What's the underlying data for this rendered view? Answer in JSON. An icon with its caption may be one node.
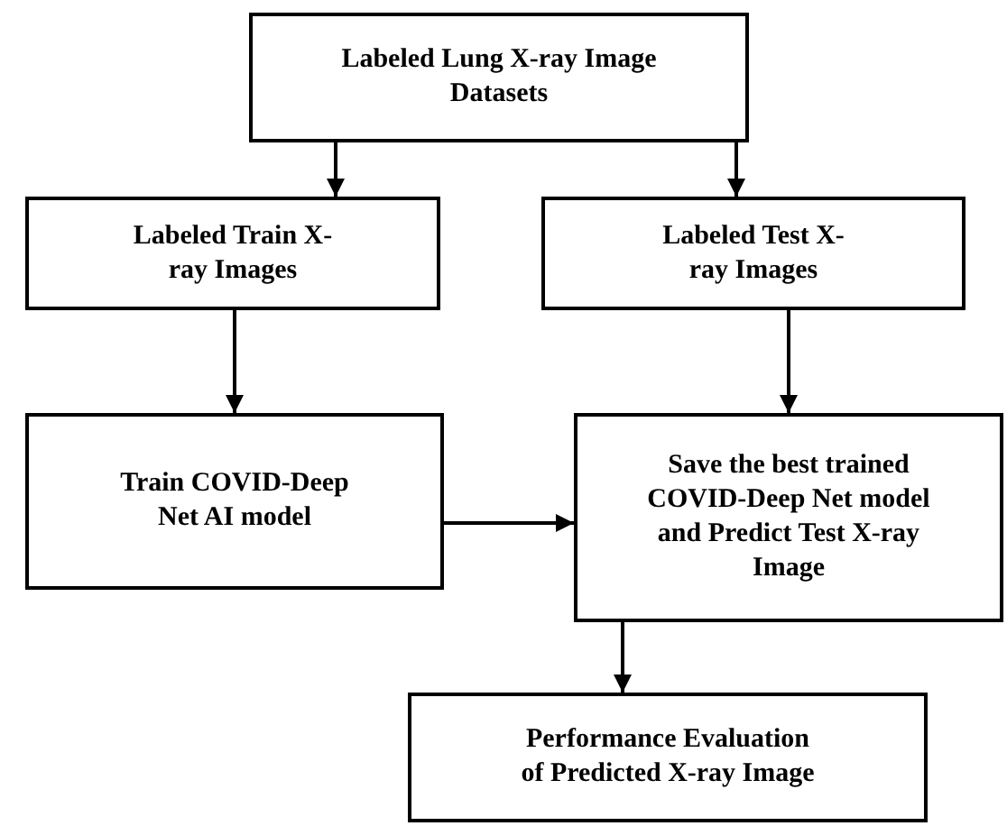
{
  "diagram": {
    "nodes": [
      {
        "text": [
          "Labeled Lung X-ray Image Datasets"
        ]
      },
      {
        "text": [
          "Labeled Train X-ray Images"
        ]
      },
      {
        "text": [
          "Labeled Test X-ray Images"
        ]
      },
      {
        "text": [
          "Train COVID-Deep Net AI model"
        ]
      },
      {
        "text": [
          "Save the best trained COVID-Deep Net model and Predict Test X-ray Image"
        ]
      },
      {
        "text": [
          "Performance Evaluation of Predicted X-ray Image"
        ]
      }
    ],
    "edges": [
      {
        "from": 0,
        "to": 1,
        "arrow": "to"
      },
      {
        "from": 0,
        "to": 2,
        "arrow": "to"
      },
      {
        "from": 1,
        "to": 3,
        "arrow": "to"
      },
      {
        "from": 2,
        "to": 4,
        "arrow": "to"
      },
      {
        "from": 3,
        "to": 4,
        "arrow": "to"
      },
      {
        "from": 4,
        "to": 5,
        "arrow": "to"
      }
    ]
  }
}
